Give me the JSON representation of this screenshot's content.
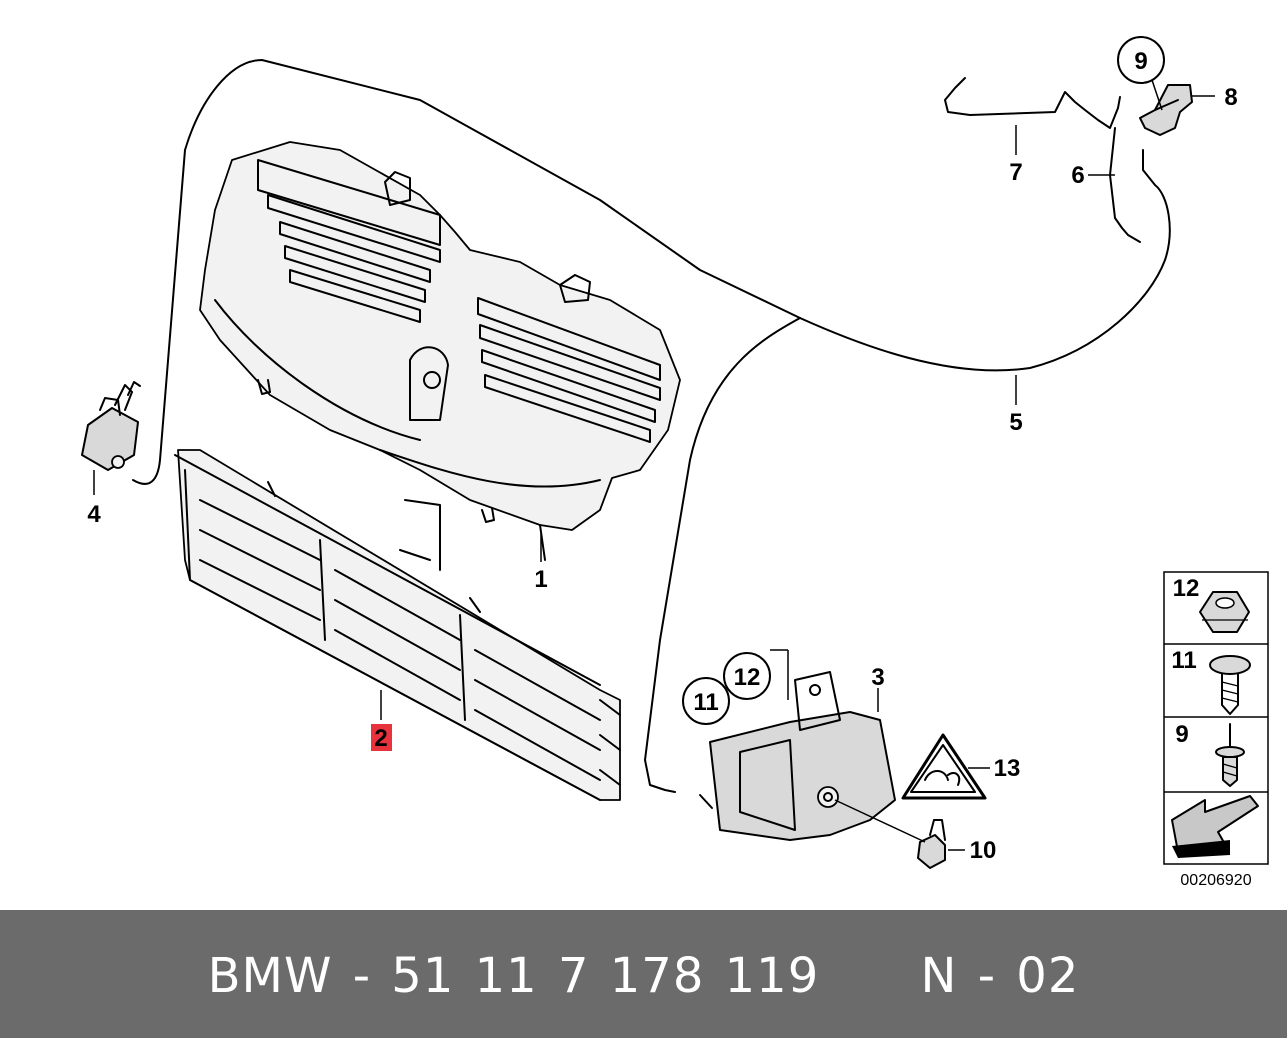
{
  "diagram": {
    "callouts": {
      "p1": "1",
      "p2": "2",
      "p3": "3",
      "p4": "4",
      "p5": "5",
      "p6": "6",
      "p7": "7",
      "p8": "8",
      "p9": "9",
      "p10": "10",
      "p11": "11",
      "p12": "12",
      "p13": "13"
    },
    "highlighted_part": "2",
    "highlight_color": "#e8323c",
    "legend": [
      {
        "number": "12",
        "icon": "hex-nut-icon"
      },
      {
        "number": "11",
        "icon": "screw-icon"
      },
      {
        "number": "9",
        "icon": "bolt-icon"
      },
      {
        "number": "",
        "icon": "direction-arrow-icon"
      }
    ],
    "diagram_id": "00206920"
  },
  "footer": {
    "brand": "BMW",
    "part_number": "51 11 7 178 119",
    "variant": "N - 02",
    "background": "#6b6b6b"
  }
}
